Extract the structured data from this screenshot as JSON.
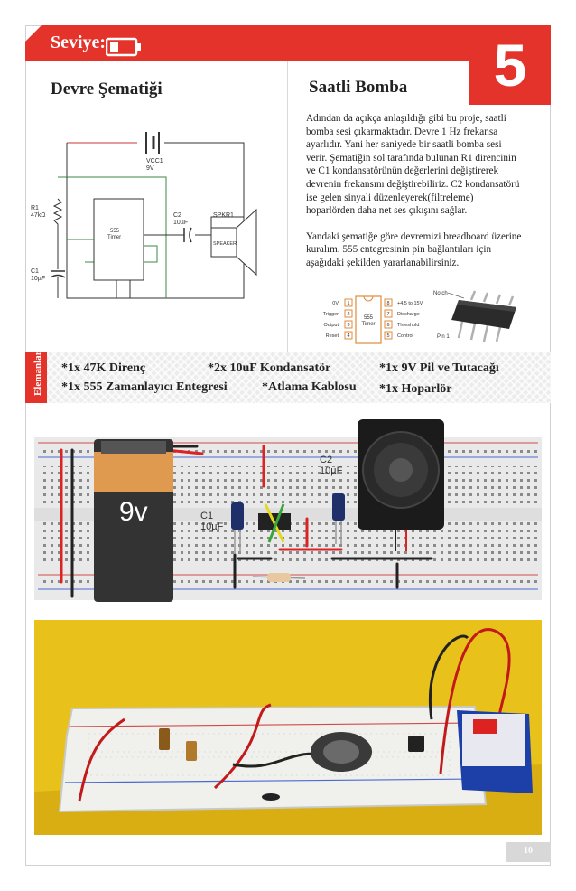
{
  "header": {
    "level_label": "Seviye:",
    "project_number": "5"
  },
  "left_section": {
    "title": "Devre Şematiği"
  },
  "schematic": {
    "components": {
      "battery": {
        "name": "VCC1",
        "value": "9V"
      },
      "r1": {
        "name": "R1",
        "value": "47kΩ"
      },
      "c1": {
        "name": "C1",
        "value": "10µF"
      },
      "c2": {
        "name": "C2",
        "value": "10µF"
      },
      "speaker": {
        "name": "SPKR1",
        "label": "SPEAKER"
      },
      "timer": {
        "line1": "555",
        "line2": "Timer"
      }
    }
  },
  "right_section": {
    "title": "Saatli Bomba",
    "paragraph1": "Adından da açıkça anlaşıldığı gibi bu proje, saatli bomba sesi çıkarmaktadır. Devre 1 Hz frekansa ayarlıdır. Yani her saniyede bir saatli bomba sesi verir. Şematiğin sol tarafında bulunan R1 direncinin ve C1 kondansatörünün değerlerini değiştirerek devrenin frekansını değiştirebiliriz. C2 kondansatörü ise gelen sinyali düzenleyerek(filtreleme) hoparlörden daha net ses çıkışını sağlar.",
    "paragraph2": "Yandaki şematiğe göre devremizi breadboard üzerine kuralım. 555 entegresinin pin bağlantıları için aşağıdaki şekilden yararlanabilirsiniz."
  },
  "pinout": {
    "left_pins": [
      "0V",
      "Trigger",
      "Output",
      "Reset"
    ],
    "left_nums": [
      "1",
      "2",
      "3",
      "4"
    ],
    "right_pins": [
      "+4.5 to 15V",
      "Discharge",
      "Threshold",
      "Control"
    ],
    "right_nums": [
      "8",
      "7",
      "6",
      "5"
    ],
    "chip_line1": "555",
    "chip_line2": "Timer",
    "photo_labels": {
      "notch": "Notch",
      "pin1": "Pin 1"
    }
  },
  "parts": {
    "tab_label": "Elemanlar:",
    "items": [
      "*1x 47K Direnç",
      "*2x 10uF Kondansatör",
      "*1x 9V Pil ve Tutacağı",
      "*1x 555 Zamanlayıcı Entegresi",
      "*Atlama Kablosu",
      "*1x Hoparlör"
    ]
  },
  "breadboard": {
    "battery_label": "9v",
    "c1_label": "C1",
    "c1_value": "10µF",
    "c2_label": "C2",
    "c2_value": "10µF"
  },
  "footer": {
    "page_number": "10"
  },
  "colors": {
    "accent": "#e3332b",
    "band": "#ececec",
    "battery_orange": "#e09a4f",
    "battery_dark": "#333333"
  }
}
